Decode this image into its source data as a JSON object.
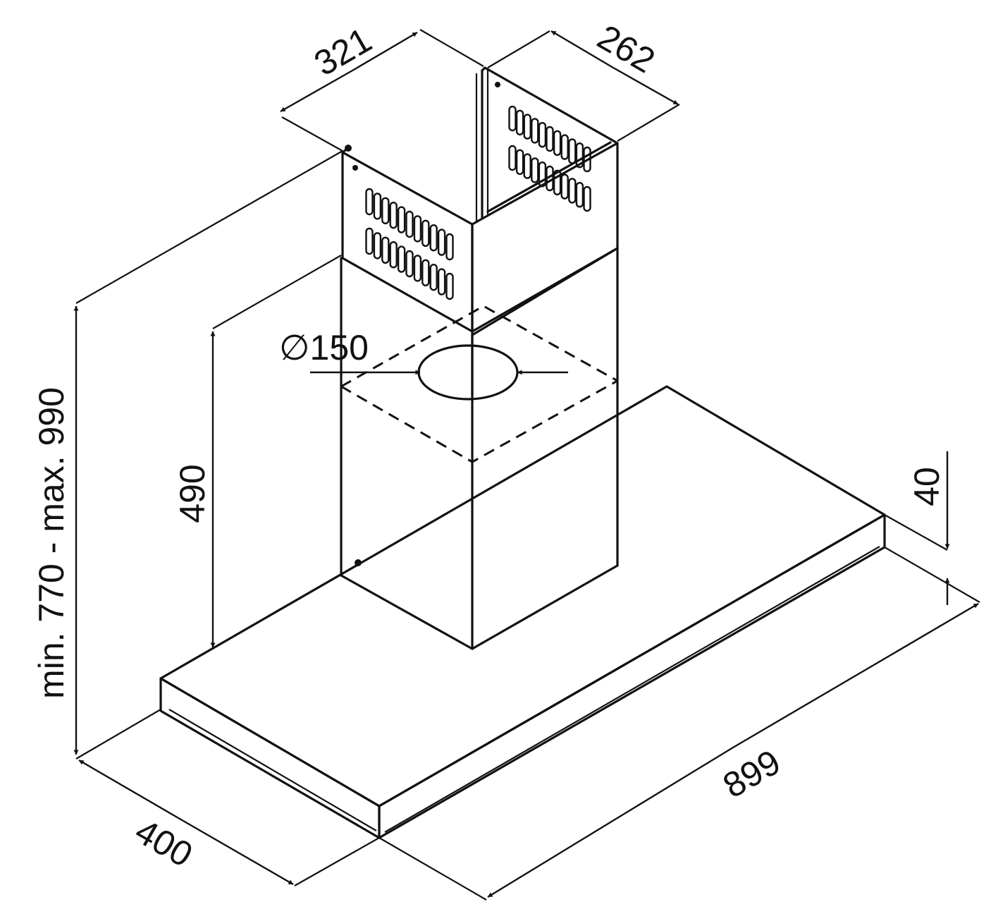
{
  "dimensions": {
    "chimney_upper_width": "321",
    "chimney_upper_depth": "262",
    "outlet_diameter": "∅150",
    "chimney_lower_height": "490",
    "total_height": "min. 770 - max. 990",
    "canopy_thickness": "40",
    "canopy_depth": "400",
    "canopy_width": "899"
  },
  "colors": {
    "line": "#111111",
    "background": "#ffffff"
  }
}
